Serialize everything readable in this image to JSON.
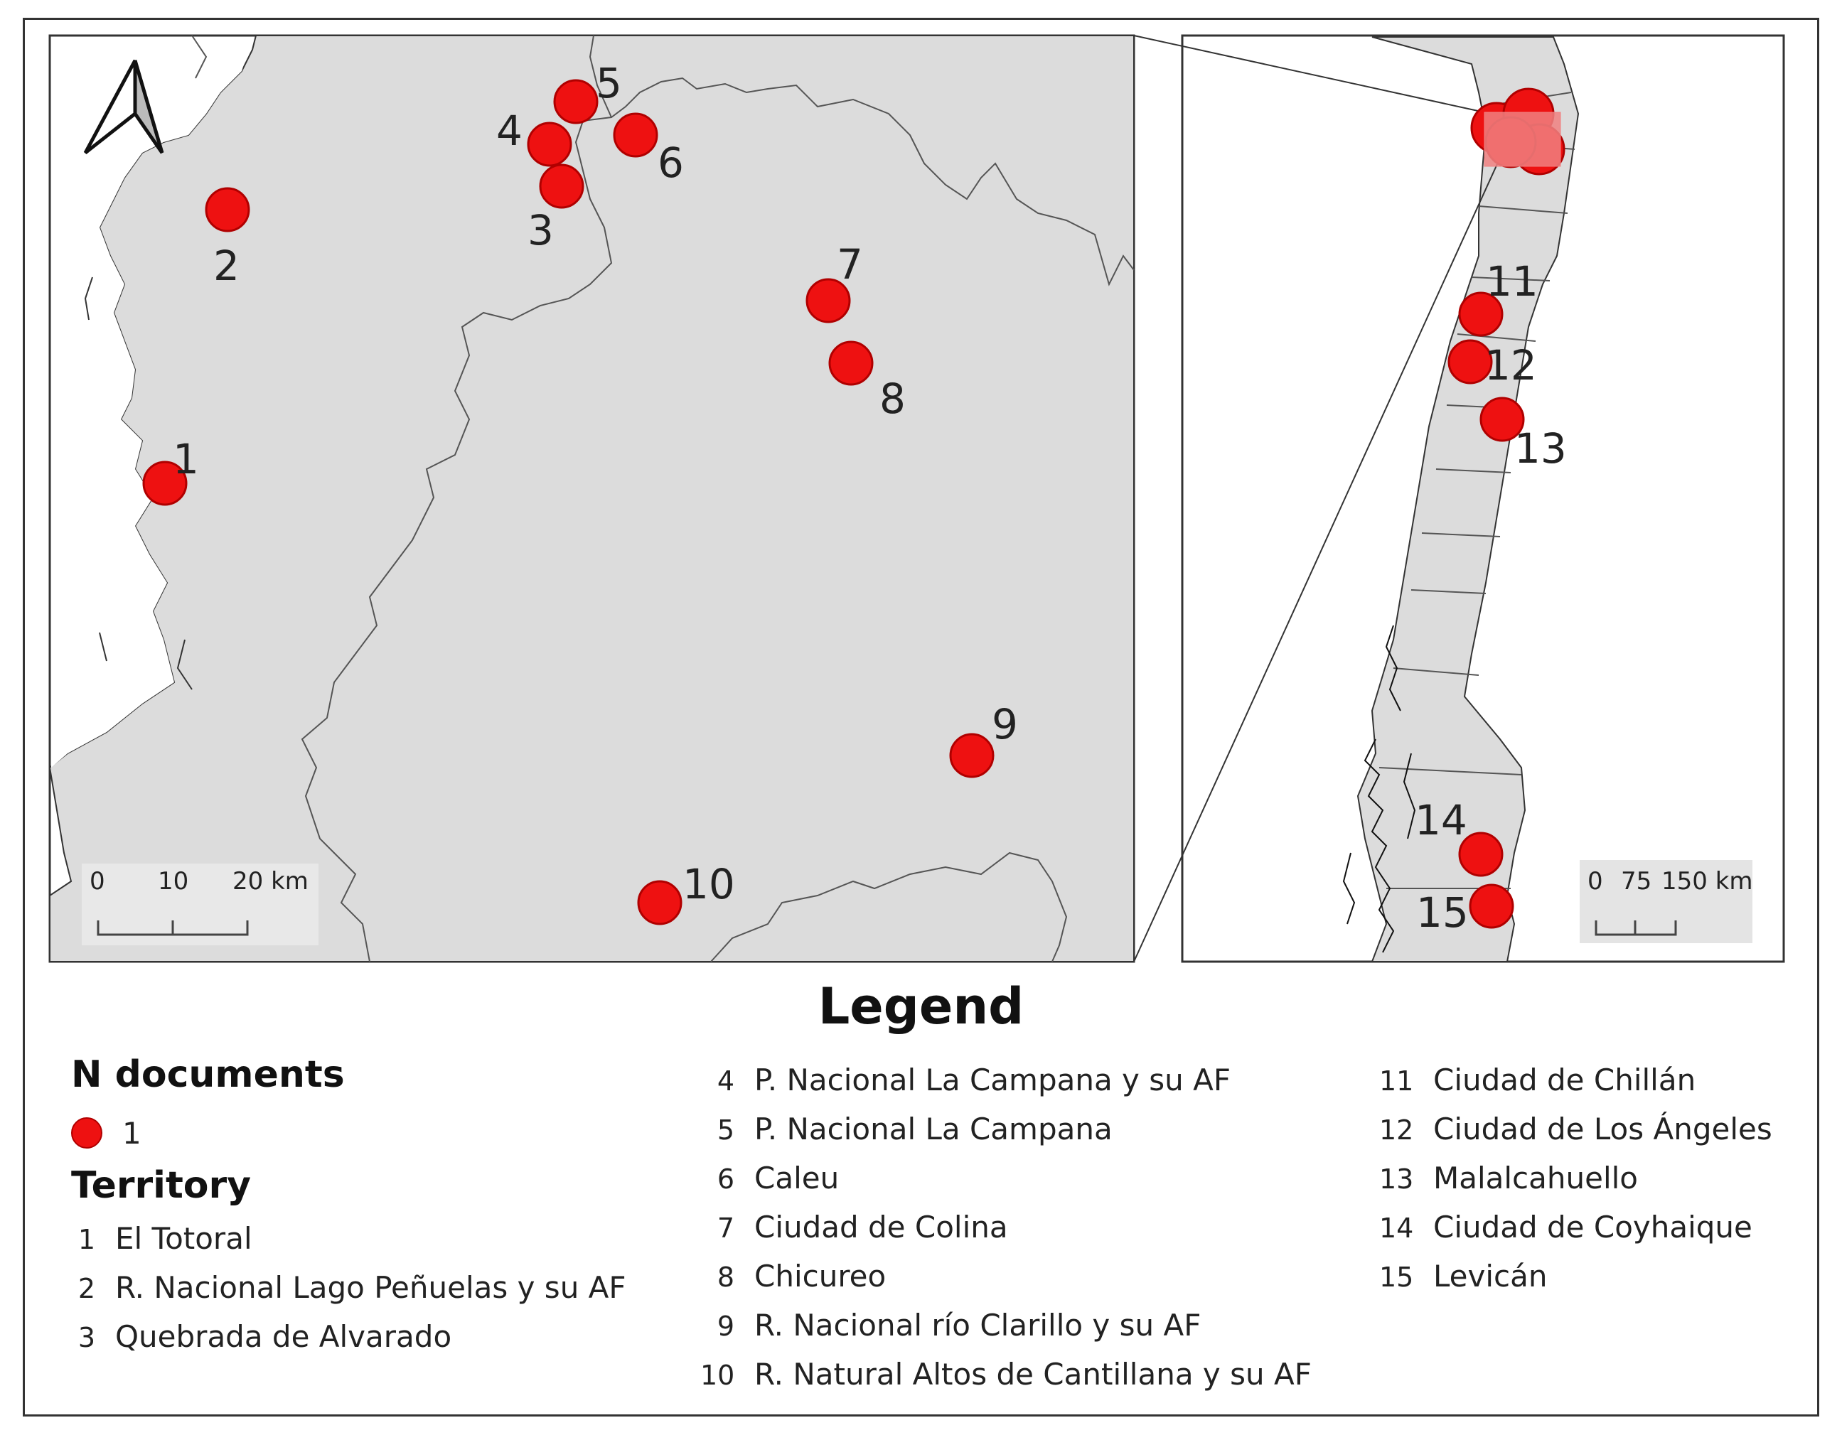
{
  "legend": {
    "title": "Legend",
    "size_heading": "N documents",
    "size_value": "1",
    "territory_heading": "Territory",
    "col1": [
      {
        "num": "1",
        "name": "El Totoral"
      },
      {
        "num": "2",
        "name": "R. Nacional Lago Peñuelas y su AF"
      },
      {
        "num": "3",
        "name": "Quebrada de Alvarado"
      }
    ],
    "col2": [
      {
        "num": "4",
        "name": "P. Nacional La Campana y su AF"
      },
      {
        "num": "5",
        "name": "P. Nacional La Campana"
      },
      {
        "num": "6",
        "name": "Caleu"
      },
      {
        "num": "7",
        "name": "Ciudad de Colina"
      },
      {
        "num": "8",
        "name": "Chicureo"
      },
      {
        "num": "9",
        "name": "R. Nacional río Clarillo y su AF"
      },
      {
        "num": "10",
        "name": "R. Natural Altos de Cantillana y su AF"
      }
    ],
    "col3": [
      {
        "num": "11",
        "name": "Ciudad de Chillán"
      },
      {
        "num": "12",
        "name": "Ciudad de Los Ángeles"
      },
      {
        "num": "13",
        "name": "Malalcahuello"
      },
      {
        "num": "14",
        "name": "Ciudad de Coyhaique"
      },
      {
        "num": "15",
        "name": "Levicán"
      }
    ]
  },
  "main_map": {
    "scalebar": {
      "ticks": [
        "0",
        "10",
        "20 km"
      ]
    },
    "site_labels": [
      "1",
      "2",
      "3",
      "4",
      "5",
      "6",
      "7",
      "8",
      "9",
      "10"
    ]
  },
  "inset_map": {
    "scalebar": {
      "ticks": [
        "0",
        "75",
        "150 km"
      ]
    },
    "site_labels": [
      "11",
      "12",
      "13",
      "14",
      "15"
    ]
  },
  "colors": {
    "land": "#dcdcdc",
    "border": "#555555",
    "marker": "#ee1111",
    "marker_stroke": "#b00000",
    "extent_box": "#f08080"
  },
  "icons": {
    "north_arrow": "north-arrow-icon"
  }
}
